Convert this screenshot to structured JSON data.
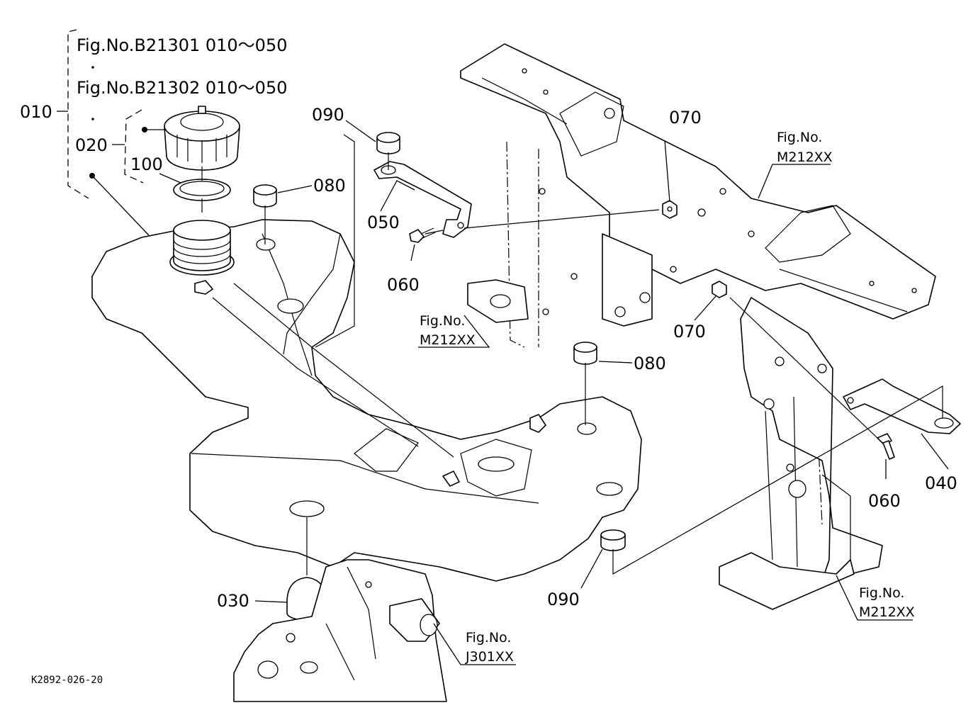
{
  "figure_refs": {
    "b21301": "Fig.No.B21301  010～050",
    "b21302": "Fig.No.B21302  010～050",
    "fig_no": "Fig.No.",
    "m212xx": "M212XX",
    "j301xx": "J301XX"
  },
  "part_numbers": {
    "p010": "010",
    "p020": "020",
    "p030": "030",
    "p040": "040",
    "p050": "050",
    "p060": "060",
    "p070": "070",
    "p080": "080",
    "p090": "090",
    "p100": "100"
  },
  "drawing_code": "K2892-026-20"
}
